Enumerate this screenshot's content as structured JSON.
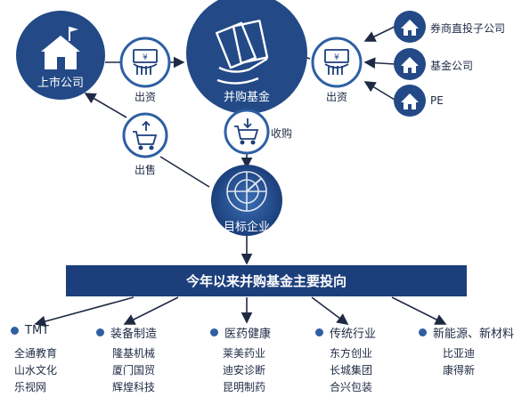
{
  "nodes": {
    "listed_company": "上市公司",
    "ma_fund": "并购基金",
    "target_company": "目标企业"
  },
  "investors": [
    {
      "label": "券商直投子公司",
      "icon": "building-icon"
    },
    {
      "label": "基金公司",
      "icon": "building-icon"
    },
    {
      "label": "PE",
      "icon": "building-icon"
    }
  ],
  "flows": {
    "invest_left": "出资",
    "invest_right": "出资",
    "acquire": "收购",
    "sell": "出售"
  },
  "banner": "今年以来并购基金主要投向",
  "categories": [
    {
      "name": "TMT",
      "companies": [
        "全通教育",
        "山水文化",
        "乐视网"
      ]
    },
    {
      "name": "装备制造",
      "companies": [
        "隆基机械",
        "厦门国贸",
        "辉煌科技"
      ]
    },
    {
      "name": "医药健康",
      "companies": [
        "莱美药业",
        "迪安诊断",
        "昆明制药"
      ]
    },
    {
      "name": "传统行业",
      "companies": [
        "东方创业",
        "长城集团",
        "合兴包装"
      ]
    },
    {
      "name": "新能源、新材料",
      "companies": [
        "比亚迪",
        "康得新"
      ]
    }
  ],
  "colors": {
    "primary": "#1c3f7c",
    "node": "#234a87",
    "icon_ring": "#2e5fa3",
    "arrow": "#1f2a44"
  }
}
